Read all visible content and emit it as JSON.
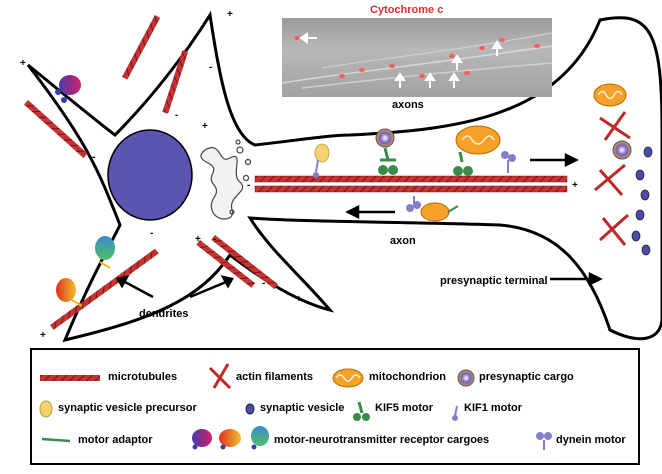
{
  "micrograph": {
    "title": "Cytochrome c",
    "label": "axons"
  },
  "labels": {
    "axon": "axon",
    "presynaptic_terminal": "presynaptic terminal",
    "dendrites": "dendrites"
  },
  "polarity": {
    "plus": "+",
    "minus": "-"
  },
  "legend": {
    "microtubules": "microtubules",
    "actin_filaments": "actin filaments",
    "mitochondrion": "mitochondrion",
    "presynaptic_cargo": "presynaptic cargo",
    "synaptic_vesicle_precursor": "synaptic vesicle precursor",
    "synaptic_vesicle": "synaptic vesicle",
    "kif5_motor": "KIF5 motor",
    "kif1_motor": "KIF1 motor",
    "motor_adaptor": "motor adaptor",
    "receptor_cargoes": "motor-neurotransmitter receptor cargoes",
    "dynein_motor": "dynein motor"
  },
  "colors": {
    "microtubule": "#b22222",
    "actin": "#c0282a",
    "nucleus": "#5b54b0",
    "mitochondrion": "#f5a12a",
    "synaptic_vesicle": "#4b4ba8",
    "kif5": "#3a8a4a",
    "kif1_dynein": "#8080c8",
    "vesicle_precursor": "#f3d36b",
    "mito_fluorescence": "#ff5a5a"
  }
}
